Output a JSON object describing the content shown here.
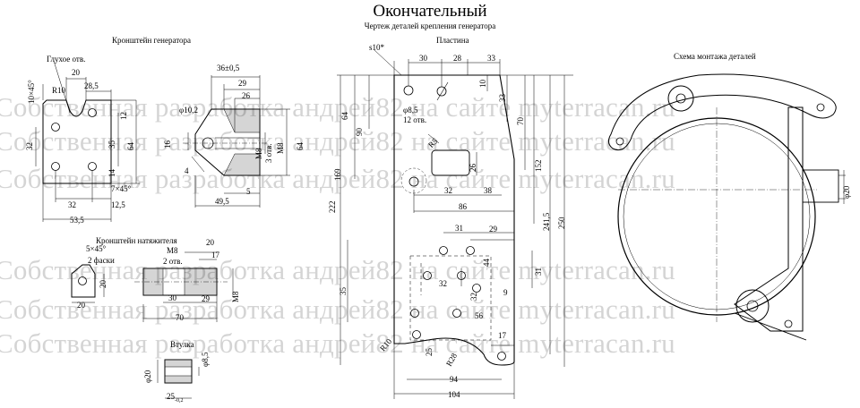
{
  "title": "Окончательный",
  "subtitle": "Чертеж деталей крепления генератора",
  "sections": {
    "bracket_generator": "Кронштейн генератора",
    "plate": "Пластина",
    "assembly": "Схема монтажа деталей",
    "bracket_tensioner": "Кронштейн натяжителя",
    "bushing": "Втулка"
  },
  "watermark": "Собственная разработка андрей82 на сайте myterracan.ru",
  "bracket_generator_dims": {
    "blind_hole": "Глухое отв.",
    "r10": "R10",
    "chamfer_top": "10×45°",
    "d20": "20",
    "d28_5": "28,5",
    "d12": "12",
    "d35": "35",
    "d64": "64",
    "d32v": "32",
    "d14": "14",
    "chamfer_bottom": "7×45°",
    "d32h": "32",
    "d12_5": "12,5",
    "d53_5": "53,5"
  },
  "bracket_generator_side": {
    "d36": "36±0,5",
    "d29": "29",
    "d26": "26",
    "phi10_2": "φ10,2",
    "m8_3holes": "M8",
    "holes3": "3 отв.",
    "m8b": "M8",
    "d64": "64",
    "d16": "16",
    "d4": "4",
    "d5": "5",
    "d49_5": "49,5"
  },
  "plate_dims": {
    "s10": "s10*",
    "d30": "30",
    "d28": "28",
    "d33": "33",
    "d10": "10",
    "d33v": "33",
    "d64": "64",
    "d90": "90",
    "phi8_5": "φ8,5",
    "holes12": "12 отв.",
    "d70": "70",
    "r5": "R5",
    "d169": "169",
    "d26": "26",
    "d152": "152",
    "d32": "32",
    "d38": "38",
    "d222": "222",
    "d86": "86",
    "d241_5": "241,5",
    "d250": "250",
    "d31": "31",
    "d29": "29",
    "d44": "44",
    "d31v": "31",
    "d32b": "32",
    "d32c": "32",
    "d35": "35",
    "d9": "9",
    "d56": "56",
    "d17": "17",
    "r10": "R10",
    "d25": "25",
    "r28": "R28",
    "d94": "94",
    "d104": "104"
  },
  "tensioner_dims": {
    "chamfer": "5×45°",
    "chamfers2": "2 фаски",
    "d20v": "20",
    "d20h": "20",
    "m8": "M8",
    "holes2": "2 отв.",
    "d20": "20",
    "d17": "17",
    "d30": "30",
    "d29": "29",
    "m8v": "M8",
    "d70": "70"
  },
  "bushing_dims": {
    "phi20": "φ20",
    "phi8_5": "φ8,5",
    "d25": "25",
    "tol": "-0,2"
  },
  "assembly_dims": {
    "phi20": "φ20"
  }
}
